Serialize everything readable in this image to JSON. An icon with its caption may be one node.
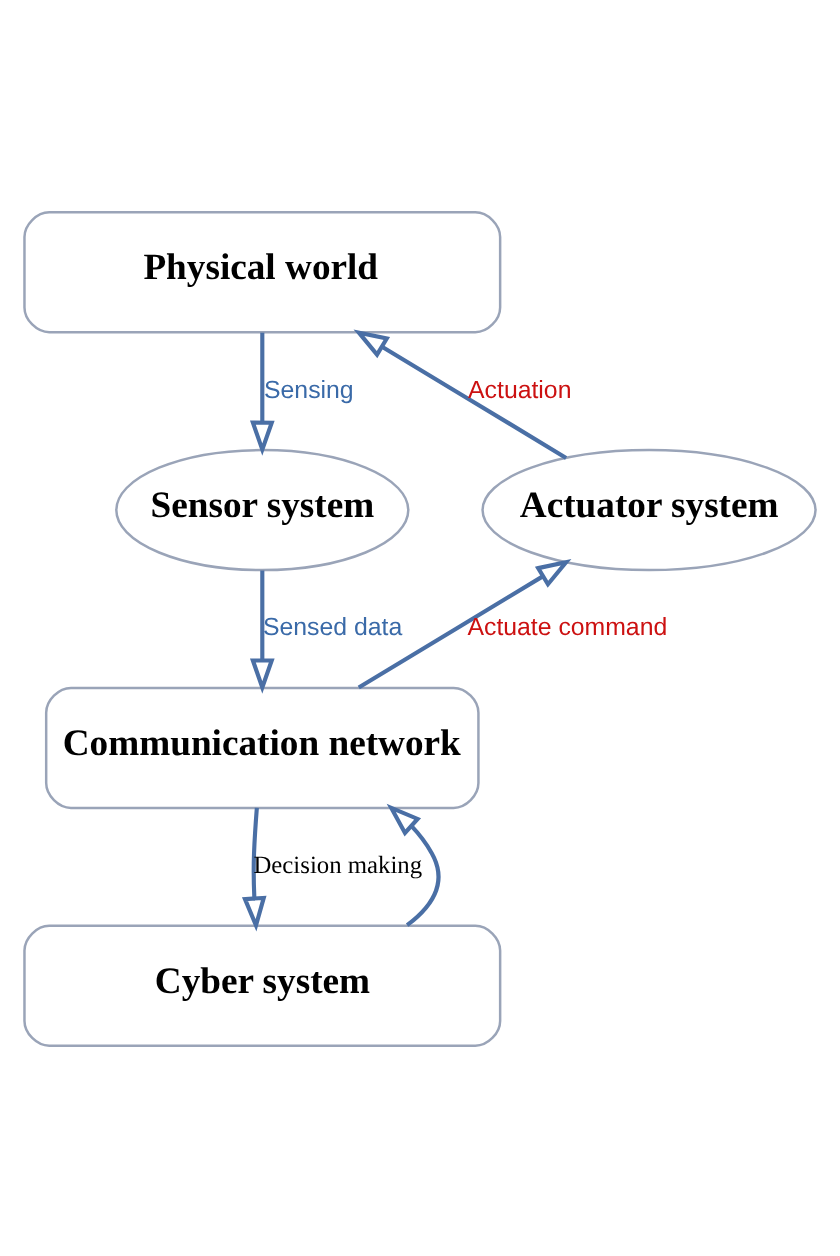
{
  "diagram": {
    "nodes": [
      {
        "text": [
          "Physical world"
        ]
      },
      {
        "text": [
          "Sensor system"
        ]
      },
      {
        "text": [
          "Actuator system"
        ]
      },
      {
        "text": [
          "Communication network"
        ]
      },
      {
        "text": [
          "Cyber system"
        ]
      }
    ],
    "edges": [
      {
        "from": 0,
        "to": 1,
        "arrow": "to",
        "label": "Sensing"
      },
      {
        "from": 2,
        "to": 0,
        "arrow": "to",
        "label": "Actuation"
      },
      {
        "from": 1,
        "to": 3,
        "arrow": "to",
        "label": "Sensed data"
      },
      {
        "from": 3,
        "to": 2,
        "arrow": "to",
        "label": "Actuate command"
      },
      {
        "from": 3,
        "to": 4,
        "arrow": "to",
        "label": "Decision making"
      },
      {
        "from": 4,
        "to": 3,
        "arrow": "to"
      }
    ]
  }
}
